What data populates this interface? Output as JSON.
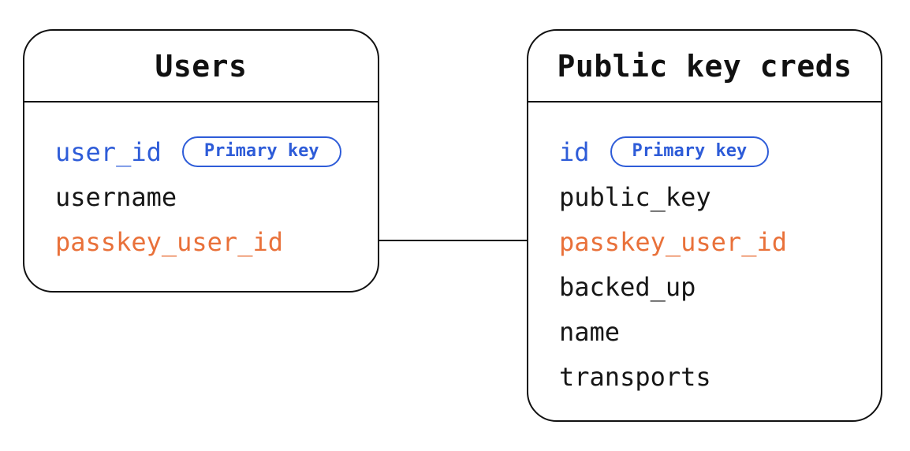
{
  "diagram": {
    "colors": {
      "blue": "#2e5cd8",
      "orange": "#e9713a",
      "black": "#161616",
      "line": "#111111"
    },
    "tables": [
      {
        "title": "Users",
        "fields": [
          {
            "name": "user_id",
            "color": "blue",
            "badge": "Primary key"
          },
          {
            "name": "username",
            "color": "black"
          },
          {
            "name": "passkey_user_id",
            "color": "orange"
          }
        ]
      },
      {
        "title": "Public key creds",
        "fields": [
          {
            "name": "id",
            "color": "blue",
            "badge": "Primary key"
          },
          {
            "name": "public_key",
            "color": "black"
          },
          {
            "name": "passkey_user_id",
            "color": "orange"
          },
          {
            "name": "backed_up",
            "color": "black"
          },
          {
            "name": "name",
            "color": "black"
          },
          {
            "name": "transports",
            "color": "black"
          }
        ]
      }
    ],
    "connector": {
      "from_table": "Users",
      "from_field": "passkey_user_id",
      "to_table": "Public key creds",
      "to_field": "passkey_user_id"
    }
  }
}
